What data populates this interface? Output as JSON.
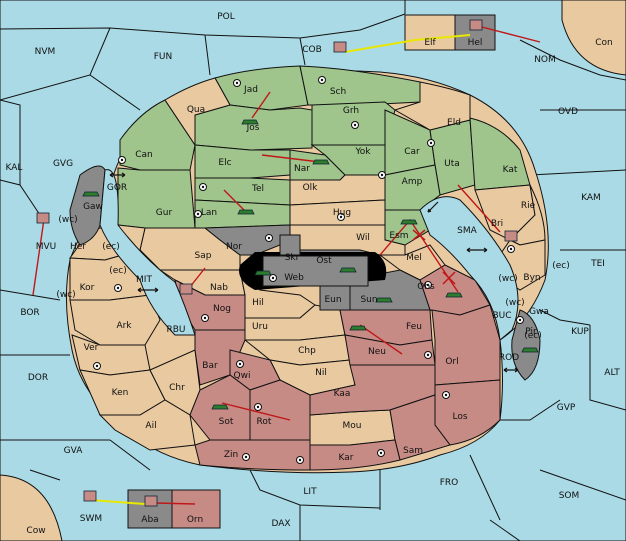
{
  "map": {
    "colors": {
      "sea": "#aadae6",
      "tan": "#e9c9a0",
      "green": "#9fc48c",
      "red": "#c78b86",
      "gray": "#8a8a8a",
      "arrow": "#c01818",
      "convoy": "#e8e800"
    },
    "sea_labels": [
      "POL",
      "NVM",
      "FUN",
      "COB",
      "NOM",
      "Con",
      "OVD",
      "KAL",
      "GVG",
      "GOR",
      "KAM",
      "SMA",
      "TEI",
      "BOR",
      "MIT",
      "RBU",
      "BUC",
      "KUP",
      "DOR",
      "ROD",
      "ALT",
      "GVP",
      "GVA",
      "FRO",
      "SOM",
      "LIT",
      "SWM",
      "DAX",
      "Cow"
    ],
    "land_labels": [
      "Elf",
      "Hel",
      "Jad",
      "Sch",
      "Qua",
      "Jos",
      "Grh",
      "Eld",
      "Can",
      "Yok",
      "Car",
      "Uta",
      "Kat",
      "Elc",
      "Nar",
      "Amp",
      "Olk",
      "Tel",
      "Gur",
      "Lan",
      "Hug",
      "Gaw",
      "Bri",
      "Rie",
      "Nor",
      "Esm",
      "Wil",
      "MVU",
      "Her",
      "Skr",
      "Ost",
      "Mel",
      "Sap",
      "Byn",
      "Kor",
      "Nab",
      "Web",
      "Obs",
      "Gwa",
      "Hil",
      "Eun",
      "Sun",
      "Nog",
      "Uru",
      "Feu",
      "Pir",
      "Ark",
      "Ver",
      "Chp",
      "Neu",
      "Bar",
      "Qwi",
      "Orl",
      "Nil",
      "Ken",
      "Chr",
      "Kaa",
      "Sot",
      "Rot",
      "Los",
      "Ail",
      "Mou",
      "Sam",
      "Zin",
      "Kar",
      "Aba",
      "Orn"
    ],
    "coast_tags": [
      "(wc)",
      "(ec)",
      "(ec)",
      "(wc)",
      "(wc)",
      "(ec)",
      "(wc)",
      "(ec)"
    ]
  }
}
